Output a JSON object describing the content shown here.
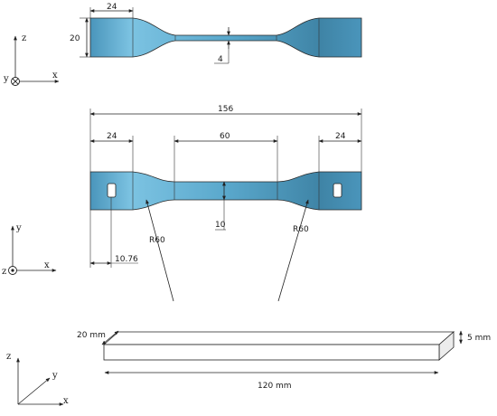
{
  "colors": {
    "specimen_fill": "#5aa8cc",
    "specimen_dark": "#3f84a6",
    "line": "#222222",
    "bar_fill": "#ffffff"
  },
  "top_view": {
    "dim_grip_length": "24",
    "dim_grip_height": "20",
    "dim_thickness": "4",
    "axes": {
      "vertical": "z",
      "horizontal": "x",
      "depth": "y"
    }
  },
  "front_view": {
    "dim_total_length": "156",
    "dim_left_grip": "24",
    "dim_gauge_length": "60",
    "dim_right_grip": "24",
    "dim_gauge_width": "10",
    "dim_hole_offset": "10.76",
    "radius_left": "R60",
    "radius_right": "R60",
    "axes": {
      "vertical": "y",
      "horizontal": "x",
      "depth": "z"
    }
  },
  "bar": {
    "dim_width": "20 mm",
    "dim_height": "5 mm",
    "dim_length": "120 mm",
    "axes": {
      "vertical": "z",
      "depth": "y",
      "horizontal": "x"
    }
  }
}
